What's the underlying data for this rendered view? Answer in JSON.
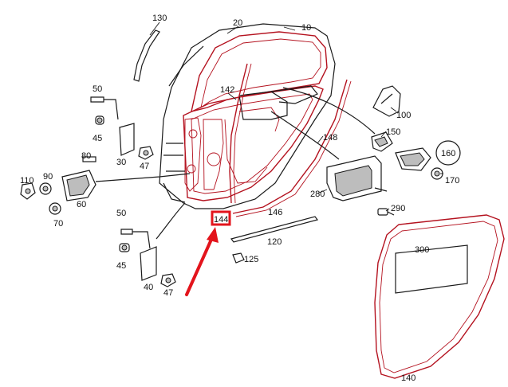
{
  "diagram": {
    "accent_color": "#b4121f",
    "highlight_color": "#e3141c",
    "labels": {
      "p10": "10",
      "p20": "20",
      "p30": "30",
      "p40": "40",
      "p45a": "45",
      "p45b": "45",
      "p47a": "47",
      "p47b": "47",
      "p50a": "50",
      "p50b": "50",
      "p60": "60",
      "p70": "70",
      "p80": "80",
      "p90": "90",
      "p100": "100",
      "p110": "110",
      "p120": "120",
      "p125": "125",
      "p130": "130",
      "p140": "140",
      "p142": "142",
      "p144": "144",
      "p146": "146",
      "p148": "148",
      "p150": "150",
      "p160": "160",
      "p170": "170",
      "p280": "280",
      "p290": "290",
      "p300": "300"
    }
  }
}
